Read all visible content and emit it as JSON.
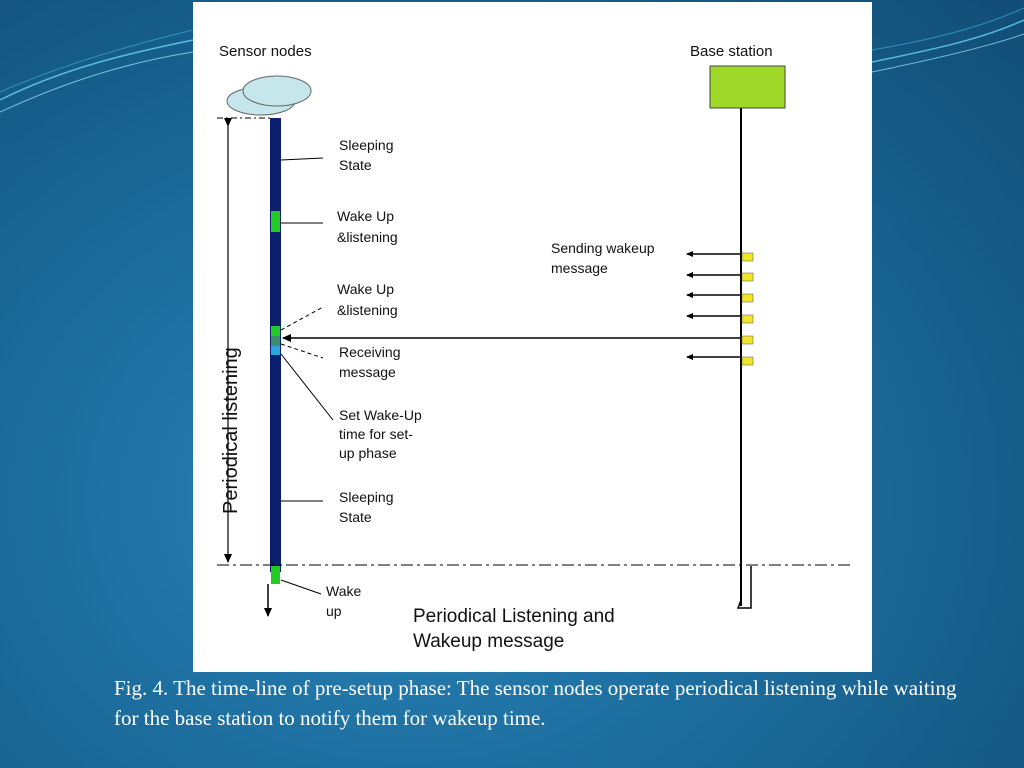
{
  "diagram": {
    "sensor_nodes_title": "Sensor nodes",
    "base_station_title": "Base station",
    "periodical_listening_label": "Periodical listening",
    "labels": {
      "sleeping_state_1": [
        "Sleeping",
        "State"
      ],
      "wake_up_listening_1": [
        "Wake Up",
        "&listening"
      ],
      "wake_up_listening_2": [
        "Wake Up",
        "&listening"
      ],
      "receiving_message": [
        "Receiving",
        "message"
      ],
      "set_wakeup_time": [
        "Set Wake-Up",
        "time for set-",
        "up phase"
      ],
      "sleeping_state_2": [
        "Sleeping",
        "State"
      ],
      "wake_up": [
        "Wake",
        "up"
      ],
      "sending_wakeup_message": [
        "Sending wakeup",
        "message"
      ]
    },
    "footer_title": [
      "Periodical Listening and",
      "Wakeup message"
    ],
    "colors": {
      "node_timeline": "#0b1f6e",
      "listening_block": "#22cc22",
      "receive_block": "#3a8f6a",
      "set_block": "#29a8e0",
      "base_station_box": "#a0d82a",
      "message_block": "#f2e42a",
      "sensor_cloud": "#c5e6ea"
    }
  },
  "caption": "Fig. 4. The time-line of pre-setup phase: The sensor nodes operate periodical listening while waiting for the base station to notify them for wakeup time."
}
